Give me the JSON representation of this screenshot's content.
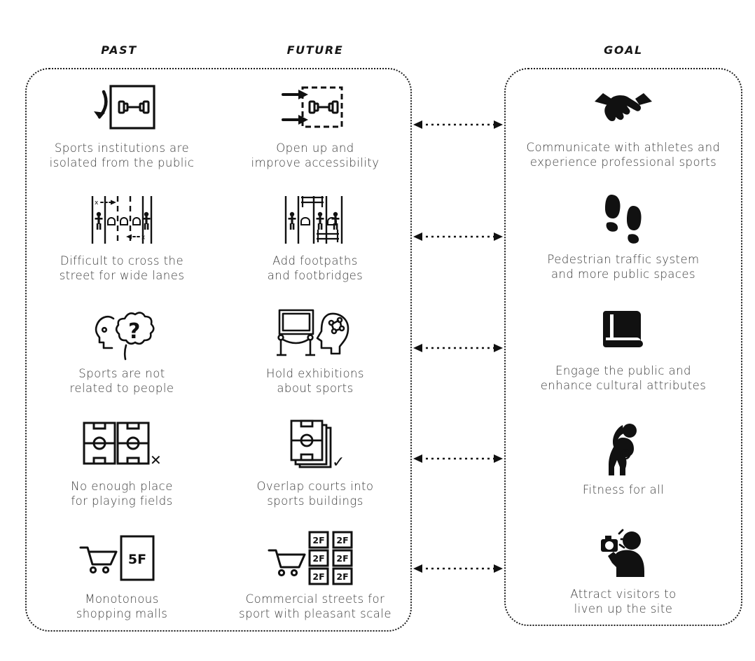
{
  "headers": {
    "past": "PAST",
    "future": "FUTURE",
    "goal": "GOAL"
  },
  "colors": {
    "ink": "#1b1b1b",
    "text": "#3c3c3c",
    "background": "#ffffff"
  },
  "rows": [
    {
      "past": {
        "caption": "Sports institutions are\nisolated from the public",
        "icon": "dumbbell-in-closed-box-with-bouncing-arrow-icon"
      },
      "future": {
        "caption": "Open up and\nimprove accessibility",
        "icon": "dumbbell-in-dashed-box-with-entering-arrows-icon"
      },
      "goal": {
        "caption": "Communicate with athletes and\nexperience professional sports",
        "icon": "handshake-icon"
      }
    },
    {
      "past": {
        "caption": "Difficult to cross the\nstreet for wide lanes",
        "icon": "wide-road-with-blocked-crossing-icon"
      },
      "future": {
        "caption": "Add footpaths\nand footbridges",
        "icon": "road-with-footbridges-icon"
      },
      "goal": {
        "caption": "Pedestrian traffic system\nand more public spaces",
        "icon": "footprints-icon"
      }
    },
    {
      "past": {
        "caption": "Sports are not\nrelated to people",
        "icon": "head-with-question-thought-bubble-icon"
      },
      "future": {
        "caption": "Hold exhibitions\nabout sports",
        "icon": "exhibition-display-and-head-with-ideas-icon"
      },
      "goal": {
        "caption": "Engage the public and\nenhance cultural attributes",
        "icon": "book-icon"
      }
    },
    {
      "past": {
        "caption": "No enough place\nfor playing fields",
        "icon": "two-pitches-with-cross-icon",
        "mark": "✕"
      },
      "future": {
        "caption": "Overlap courts into\nsports buildings",
        "icon": "stacked-pitches-with-check-icon",
        "mark": "✓"
      },
      "goal": {
        "caption": "Fitness for all",
        "icon": "exercising-person-icon"
      }
    },
    {
      "past": {
        "caption": "Monotonous\nshopping malls",
        "icon": "shopping-cart-with-five-floor-block-icon",
        "floor_label": "5F"
      },
      "future": {
        "caption": "Commercial streets for\nsport with pleasant scale",
        "icon": "shopping-cart-with-two-floor-grid-icon",
        "floor_labels": [
          "2F",
          "2F",
          "2F",
          "2F",
          "2F",
          "2F"
        ]
      },
      "goal": {
        "caption": "Attract visitors to\nliven up the site",
        "icon": "visitor-taking-photo-icon"
      }
    }
  ],
  "connectors": {
    "count": 5,
    "style": "dotted double-headed arrow",
    "label": "bidirectional-link"
  }
}
